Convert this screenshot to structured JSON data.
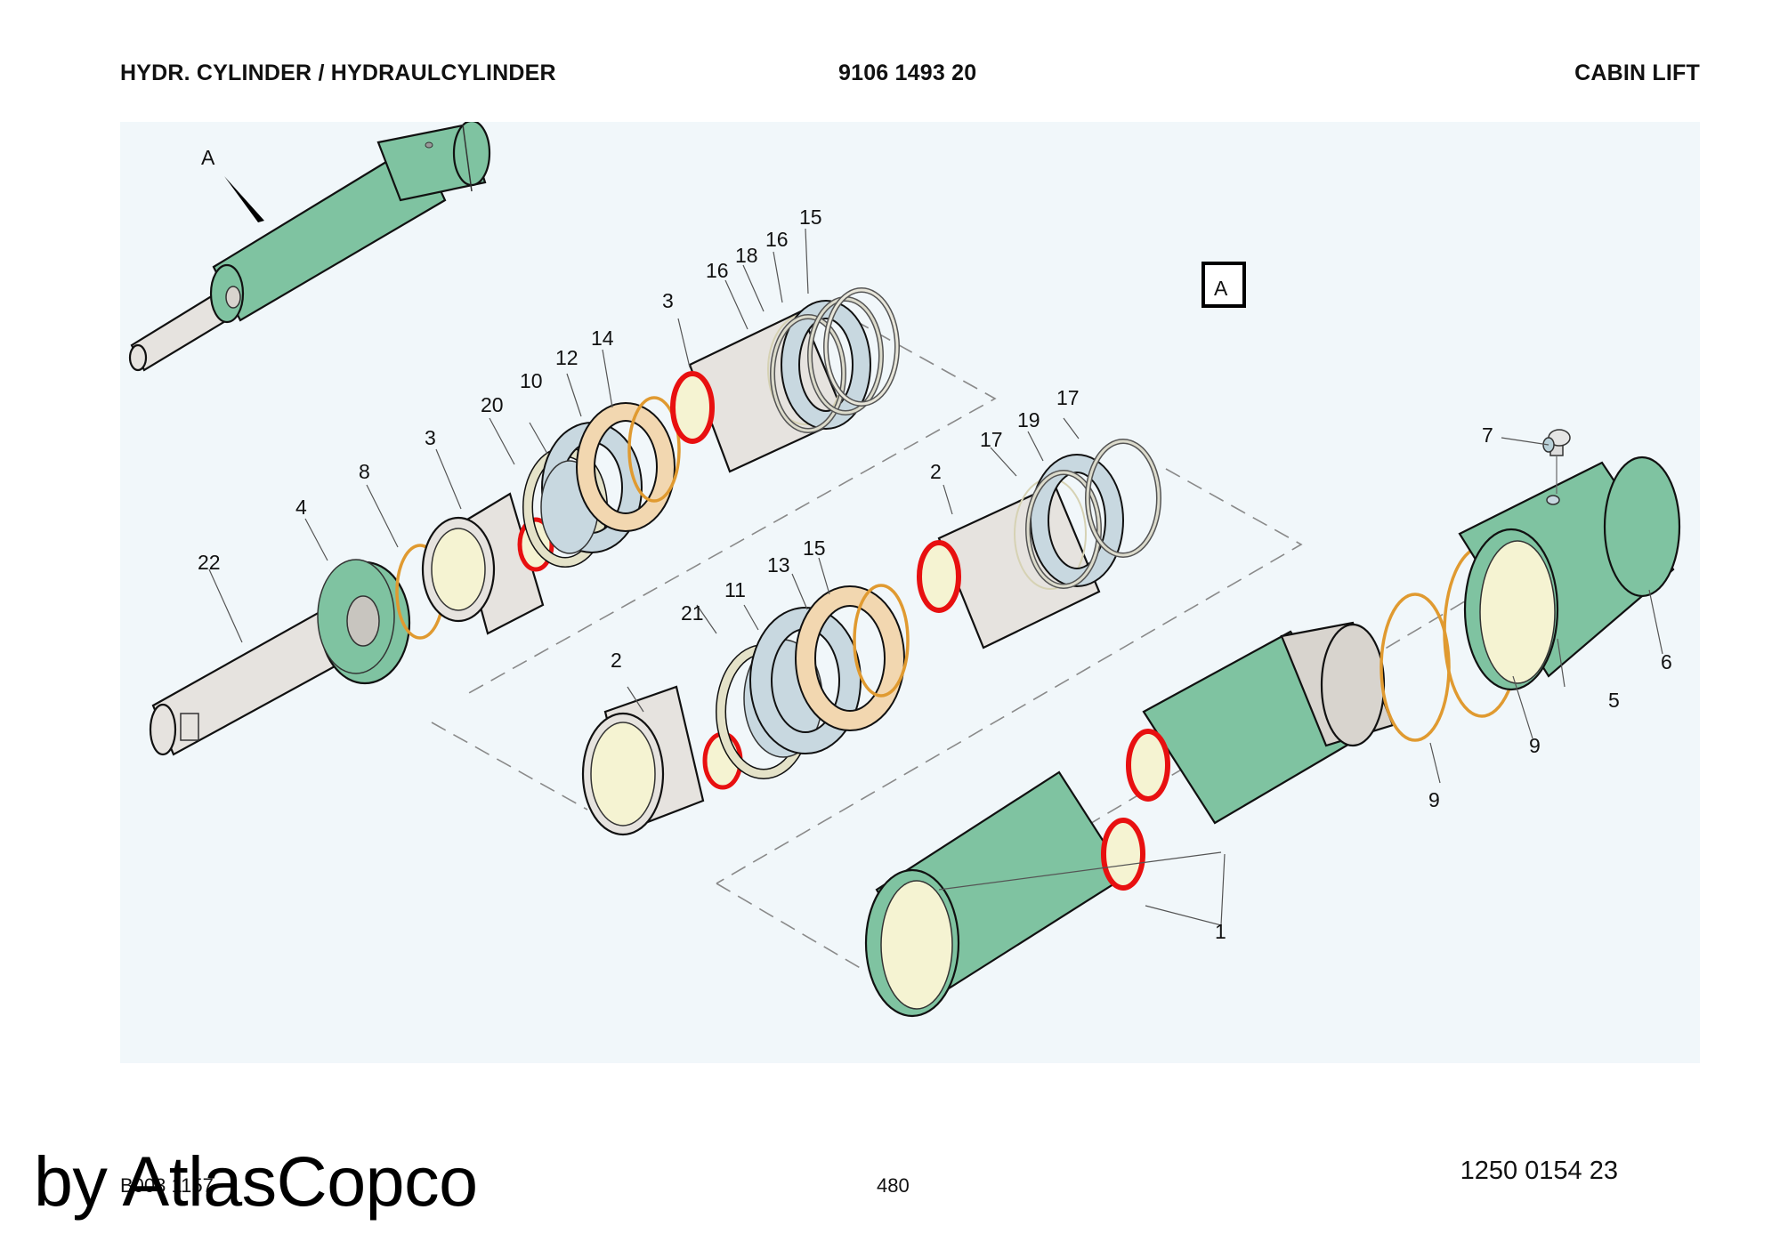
{
  "header": {
    "title": "HYDR. CYLINDER / HYDRAULCYLINDER",
    "part_number": "9106 1493 20",
    "section": "CABIN LIFT"
  },
  "diagram": {
    "view_marker": "A",
    "view_box_label": "A",
    "drawing_number": "1250 0154 23",
    "colors": {
      "panel_bg": "#f1f7fa",
      "green_part": "#7fc3a1",
      "grey_part": "#e6e3df",
      "blue_ring": "#c8d8e0",
      "tan_ring": "#f2d7b0",
      "cream_ring": "#e4e2c8",
      "orange_oring": "#f0a030",
      "cut_red": "#e81010",
      "cut_inner": "#f5f3d2"
    },
    "callouts": [
      {
        "id": "c1",
        "label": "1"
      },
      {
        "id": "c2a",
        "label": "2"
      },
      {
        "id": "c2b",
        "label": "2"
      },
      {
        "id": "c3a",
        "label": "3"
      },
      {
        "id": "c3b",
        "label": "3"
      },
      {
        "id": "c4",
        "label": "4"
      },
      {
        "id": "c5",
        "label": "5"
      },
      {
        "id": "c6",
        "label": "6"
      },
      {
        "id": "c7",
        "label": "7"
      },
      {
        "id": "c8",
        "label": "8"
      },
      {
        "id": "c9a",
        "label": "9"
      },
      {
        "id": "c9b",
        "label": "9"
      },
      {
        "id": "c10",
        "label": "10"
      },
      {
        "id": "c11",
        "label": "11"
      },
      {
        "id": "c12",
        "label": "12"
      },
      {
        "id": "c13",
        "label": "13"
      },
      {
        "id": "c14",
        "label": "14"
      },
      {
        "id": "c15a",
        "label": "15"
      },
      {
        "id": "c15b",
        "label": "15"
      },
      {
        "id": "c16a",
        "label": "16"
      },
      {
        "id": "c16b",
        "label": "16"
      },
      {
        "id": "c17a",
        "label": "17"
      },
      {
        "id": "c17b",
        "label": "17"
      },
      {
        "id": "c18",
        "label": "18"
      },
      {
        "id": "c19",
        "label": "19"
      },
      {
        "id": "c20",
        "label": "20"
      },
      {
        "id": "c21",
        "label": "21"
      },
      {
        "id": "c22",
        "label": "22"
      }
    ]
  },
  "footer": {
    "code": "B003 1157",
    "page": "480",
    "watermark": "by AtlasCopco"
  }
}
